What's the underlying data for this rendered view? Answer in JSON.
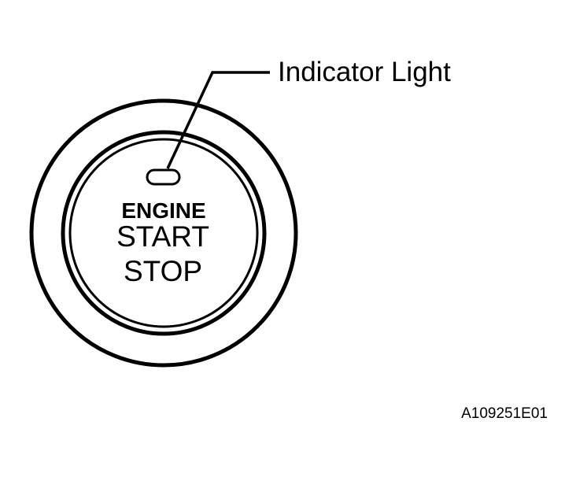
{
  "callout": {
    "label": "Indicator Light"
  },
  "button": {
    "line1": "ENGINE",
    "line2": "START",
    "line3": "STOP"
  },
  "figure": {
    "code": "A109251E01"
  },
  "colors": {
    "ink": "#000000",
    "background": "#ffffff"
  }
}
